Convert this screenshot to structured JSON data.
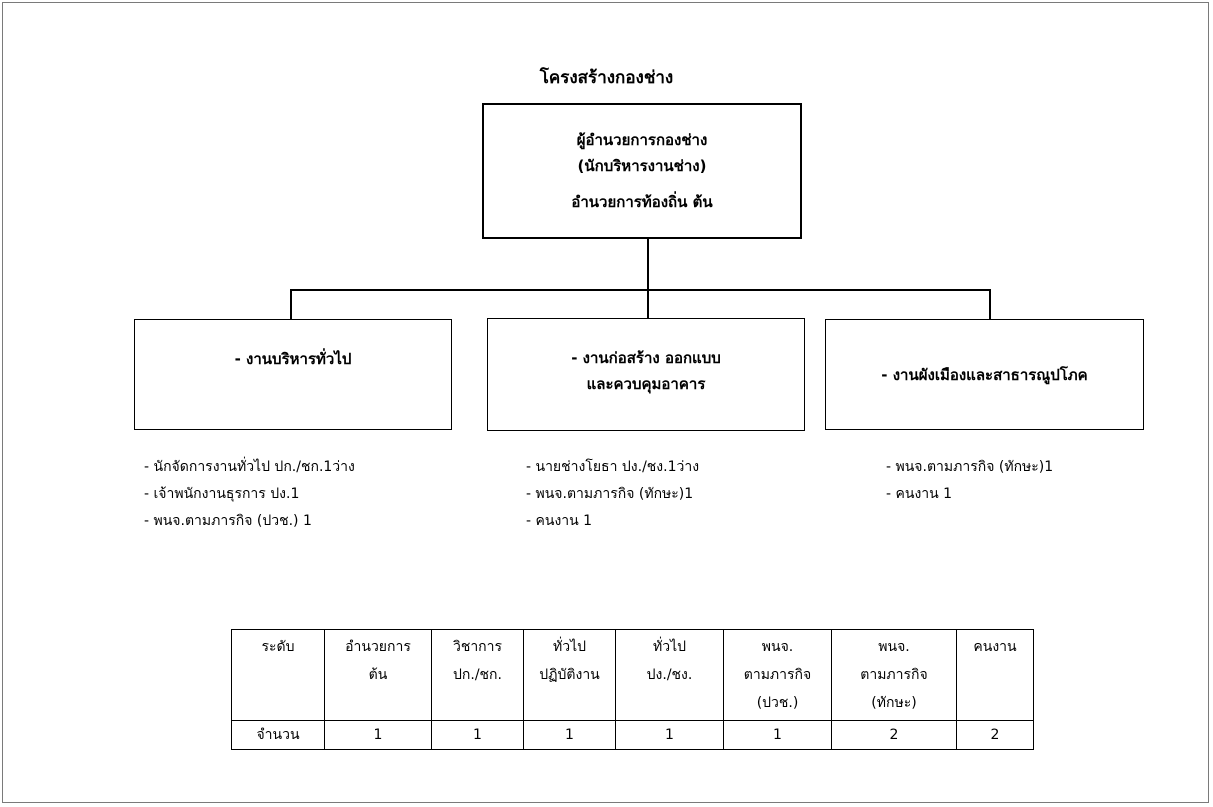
{
  "title": "โครงสร้างกองช่าง",
  "head_box": {
    "line1": "ผู้อำนวยการกองช่าง",
    "line2": "(นักบริหารงานช่าง)",
    "line3": "อำนวยการท้องถิ่น ต้น"
  },
  "units": [
    {
      "label": "- งานบริหารทั่วไป",
      "staff": [
        "- นักจัดการงานทั่วไป ปก./ชก.1ว่าง",
        "- เจ้าพนักงานธุรการ ปง.1",
        "- พนจ.ตามภารกิจ (ปวช.) 1"
      ]
    },
    {
      "label_line1": "- งานก่อสร้าง ออกแบบ",
      "label_line2": "และควบคุมอาคาร",
      "staff": [
        "- นายช่างโยธา ปง./ชง.1ว่าง",
        "- พนจ.ตามภารกิจ (ทักษะ)1",
        "- คนงาน 1"
      ]
    },
    {
      "label": "- งานผังเมืองและสาธารณูปโภค",
      "staff": [
        "- พนจ.ตามภารกิจ (ทักษะ)1",
        "- คนงาน 1"
      ]
    }
  ],
  "table": {
    "headers": [
      "ระดับ",
      "อำนวยการ\nต้น",
      "วิชาการ\nปก./ชก.",
      "ทั่วไป\nปฏิบัติงาน",
      "ทั่วไป\nปง./ชง.",
      "พนจ.\nตามภารกิจ\n(ปวช.)",
      "พนจ.\nตามภารกิจ\n(ทักษะ)",
      "คนงาน"
    ],
    "row_label": "จำนวน",
    "values": [
      "1",
      "1",
      "1",
      "1",
      "1",
      "2",
      "2"
    ]
  }
}
